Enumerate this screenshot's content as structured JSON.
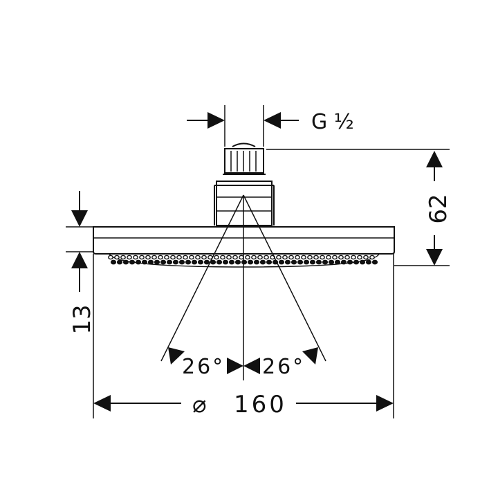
{
  "drawing": {
    "subject": "shower head technical drawing",
    "connection_thread": "G ½",
    "height_total": "62",
    "plate_thickness": "13",
    "spray_angle_left": "26°",
    "spray_angle_right": "26°",
    "diameter_symbol": "⌀",
    "diameter": "160"
  }
}
